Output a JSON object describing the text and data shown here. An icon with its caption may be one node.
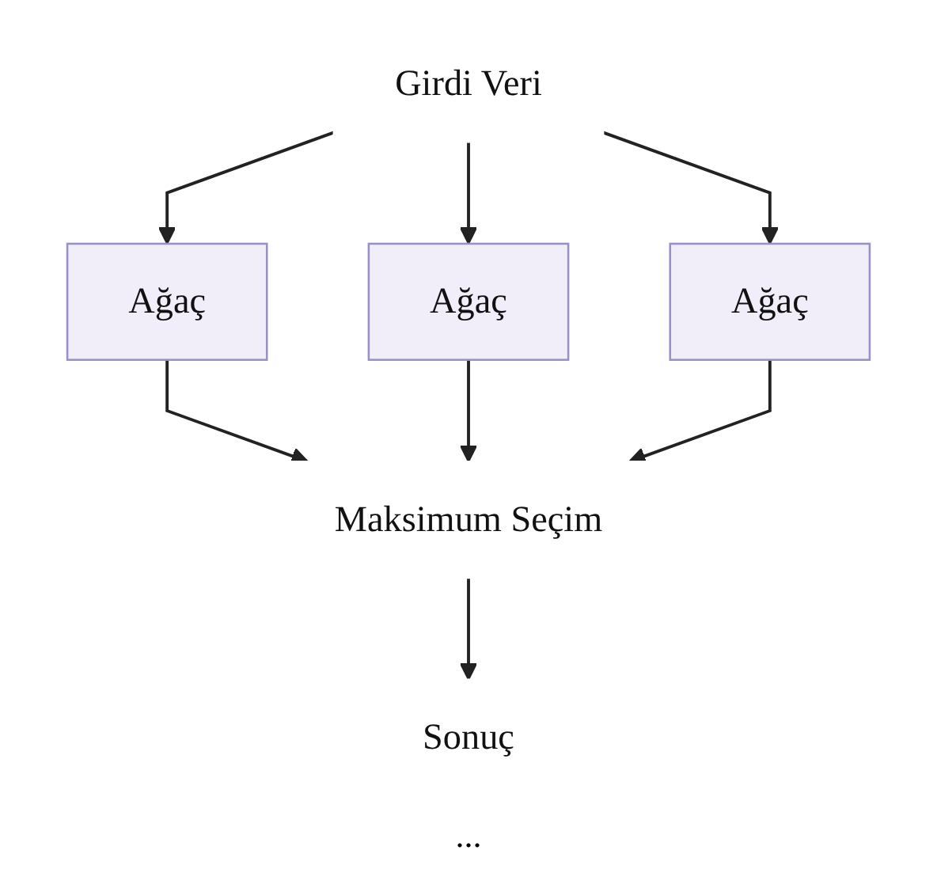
{
  "diagram": {
    "nodes": [
      {
        "text": [
          "Girdi Veri"
        ]
      },
      {
        "text": [
          "Ağaç"
        ]
      },
      {
        "text": [
          "Ağaç"
        ]
      },
      {
        "text": [
          "Ağaç"
        ]
      },
      {
        "text": [
          "Maksimum Seçim"
        ]
      },
      {
        "text": [
          "Sonuç"
        ]
      }
    ],
    "edges": [
      {
        "from": 0,
        "to": 1,
        "arrow": "to"
      },
      {
        "from": 0,
        "to": 2,
        "arrow": "to"
      },
      {
        "from": 0,
        "to": 3,
        "arrow": "to"
      },
      {
        "from": 1,
        "to": 4,
        "arrow": "to"
      },
      {
        "from": 2,
        "to": 4,
        "arrow": "to"
      },
      {
        "from": 3,
        "to": 4,
        "arrow": "to"
      },
      {
        "from": 4,
        "to": 5,
        "arrow": "to"
      }
    ],
    "labels": [
      "..."
    ]
  }
}
